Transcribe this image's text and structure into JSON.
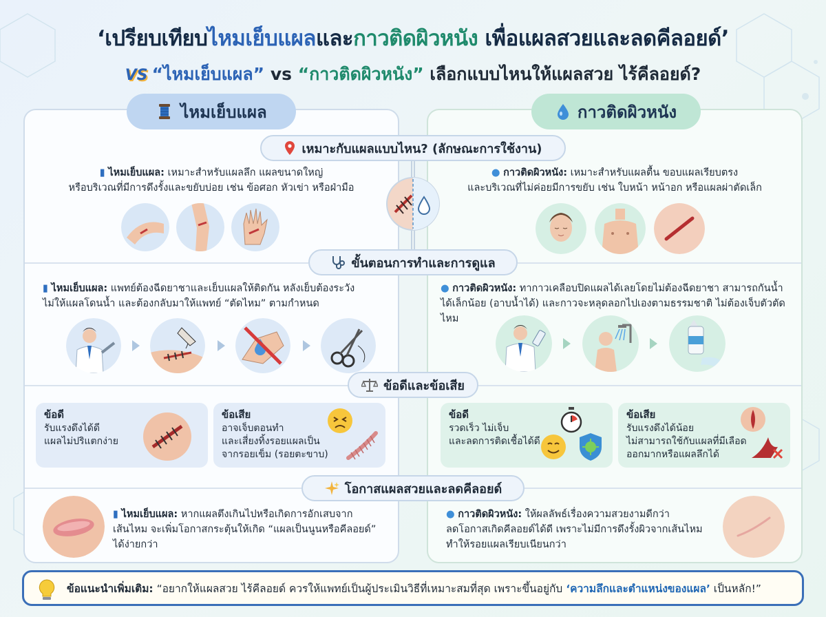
{
  "title": {
    "part1": "‘เปรียบเทียบ",
    "part2": "ไหมเย็บแผล",
    "part3": "และ",
    "part4": "กาวติดผิวหนัง",
    "part5": " เพื่อแผลสวยและลดคีลอยด์’"
  },
  "subtitle": {
    "badge": "VS",
    "part1": "“ไหมเย็บแผล”",
    "part2": " vs ",
    "part3": "“กาวติดผิวหนัง”",
    "part4": " เลือกแบบไหนให้แผลสวย ไร้คีลอยด์?"
  },
  "headers": {
    "left": "ไหมเย็บแผล",
    "right": "กาวติดผิวหนัง"
  },
  "sections": {
    "usage": "เหมาะกับแผลแบบไหน? (ลักษณะการใช้งาน)",
    "procedure": "ขั้นตอนการทำและการดูแล",
    "proscons": "ข้อดีและข้อเสีย",
    "outcome": "โอกาสแผลสวยและลดคีลอยด์"
  },
  "usage": {
    "left_label": "ไหมเย็บแผล:",
    "left_line1": " เหมาะสำหรับแผลลึก แผลขนาดใหญ่",
    "left_line2": "หรือบริเวณที่มีการดึงรั้งและขยับบ่อย เช่น ข้อศอก หัวเข่า หรือฝ่ามือ",
    "right_label": "กาวติดผิวหนัง:",
    "right_line1": " เหมาะสำหรับแผลตื้น ขอบแผลเรียบตรง",
    "right_line2": "และบริเวณที่ไม่ค่อยมีการขยับ เช่น ใบหน้า หน้าอก หรือแผลผ่าตัดเล็ก"
  },
  "procedure": {
    "left_label": "ไหมเย็บแผล:",
    "left_line1": " แพทย์ต้องฉีดยาชาและเย็บแผลให้ติดกัน หลังเย็บต้องระวัง",
    "left_line2": "ไม่ให้แผลโดนน้ำ และต้องกลับมาให้แพทย์ “ตัดไหม” ตามกำหนด",
    "right_label": "กาวติดผิวหนัง:",
    "right_line1": " ทากาวเคลือบปิดแผลได้เลยโดยไม่ต้องฉีดยาชา สามารถกันน้ำ",
    "right_line2": "ได้เล็กน้อย (อาบน้ำได้) และกาวจะหลุดลอกไปเองตามธรรมชาติ ไม่ต้องเจ็บตัวตัดไหม"
  },
  "proscons": {
    "left_pro_head": "ข้อดี",
    "left_pro_1": "รับแรงดึงได้ดี",
    "left_pro_2": "แผลไม่ปริแตกง่าย",
    "left_con_head": "ข้อเสีย",
    "left_con_1": "อาจเจ็บตอนทำ",
    "left_con_2": "และเสี่ยงทิ้งรอยแผลเป็น",
    "left_con_3": "จากรอยเข็ม (รอยตะขาบ)",
    "right_pro_head": "ข้อดี",
    "right_pro_1": "รวดเร็ว ไม่เจ็บ",
    "right_pro_2": "และลดการติดเชื้อได้ดี",
    "right_con_head": "ข้อเสีย",
    "right_con_1": "รับแรงดึงได้น้อย",
    "right_con_2": "ไม่สามารถใช้กับแผลที่มีเลือด",
    "right_con_3": "ออกมากหรือแผลลึกได้"
  },
  "outcome": {
    "left_label": "ไหมเย็บแผล:",
    "left_line1": " หากแผลตึงเกินไปหรือเกิดการอักเสบจาก",
    "left_line2": "เส้นไหม จะเพิ่มโอกาสกระตุ้นให้เกิด “แผลเป็นนูนหรือคีลอยด์”",
    "left_line3": "ได้ง่ายกว่า",
    "right_label": "กาวติดผิวหนัง:",
    "right_line1": " ให้ผลลัพธ์เรื่องความสวยงามดีกว่า",
    "right_line2": "ลดโอกาสเกิดคีลอยด์ได้ดี เพราะไม่มีการดึงรั้งผิวจากเส้นไหม",
    "right_line3": "ทำให้รอยแผลเรียบเนียนกว่า"
  },
  "tip": {
    "label": "ข้อแนะนำเพิ่มเติม:",
    "text1": " “อยากให้แผลสวย ไร้คีลอยด์ ควรให้แพทย์เป็นผู้ประเมินวิธีที่เหมาะสมที่สุด เพราะขึ้นอยู่กับ ",
    "highlight": "‘ความลึกและตำแหน่งของแผล’",
    "text2": " เป็นหลัก!”"
  },
  "colors": {
    "blue": "#2c63b5",
    "green": "#1f8a6c",
    "left_bg": "#bfd6f1",
    "right_bg": "#bfe6d5"
  },
  "icons": [
    "thread-spool-icon",
    "droplet-icon",
    "map-pin-icon",
    "stethoscope-icon",
    "scale-icon",
    "sparkle-icon",
    "lightbulb-icon"
  ]
}
